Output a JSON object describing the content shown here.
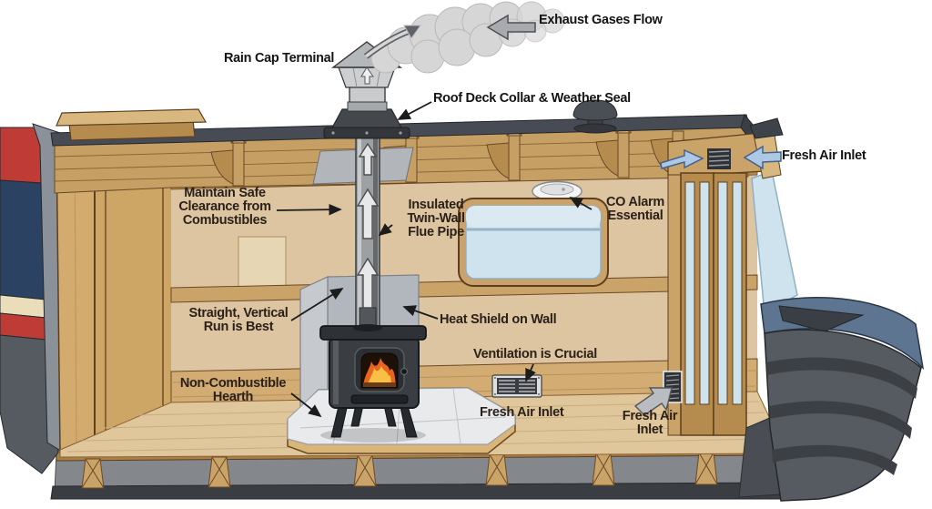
{
  "labels": {
    "exhaust_gases_flow": "Exhaust Gases Flow",
    "rain_cap_terminal": "Rain Cap Terminal",
    "roof_deck_collar": "Roof Deck Collar & Weather Seal",
    "fresh_air_inlet_top_right": "Fresh Air Inlet",
    "co_alarm": "CO Alarm\nEssential",
    "maintain_clearance": "Maintain Safe\nClearance from\nCombustibles",
    "insulated_flue": "Insulated\nTwin-Wall\nFlue Pipe",
    "straight_run": "Straight, Vertical\nRun is Best",
    "heat_shield": "Heat Shield on Wall",
    "ventilation": "Ventilation is Crucial",
    "fresh_air_inlet_wall": "Fresh Air Inlet",
    "hearth": "Non-Combustible\nHearth",
    "fresh_air_inlet_door": "Fresh Air\nInlet"
  },
  "colors": {
    "cabin_red": "#bf3b36",
    "cabin_navy": "#2c4263",
    "cream_stripe": "#e9ddba",
    "hull_gray": "#565b61",
    "gunwale_blue": "#5d7590",
    "wall_tan": "#dcc5a0",
    "wood": "#c9a368",
    "flue_gray": "#9da0a2",
    "smoke_gray": "#d6d6d7",
    "fire_orange": "#ef7d1f",
    "glass_blue": "#cfe3ee",
    "fresh_air_arrow_blue": "#adc8e4",
    "label_text": "#2b211a"
  }
}
